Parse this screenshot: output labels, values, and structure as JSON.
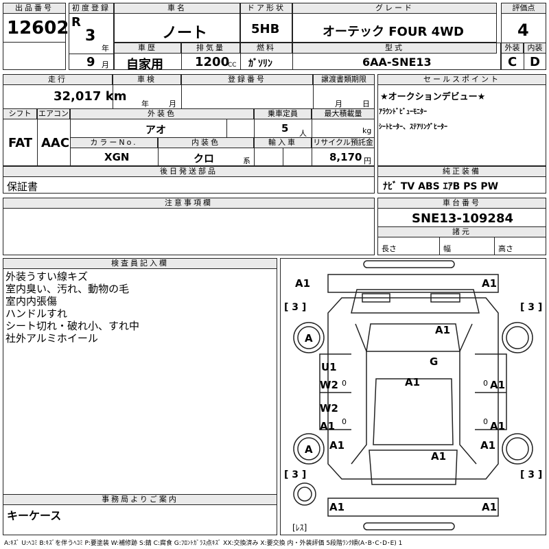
{
  "header": {
    "lot_label": "出品番号",
    "lot": "12602",
    "reg_label": "初度登録",
    "era": "R",
    "year": "3",
    "year_unit": "年",
    "month": "9",
    "month_unit": "月",
    "car_label": "車名",
    "car": "ノート",
    "door_label": "ドア形状",
    "door": "5HB",
    "grade_label": "グレード",
    "grade": "オーテック FOUR 4WD",
    "score_label": "評価点",
    "score": "4",
    "hist_label": "車歴",
    "hist": "自家用",
    "disp_label": "排気量",
    "disp": "1200",
    "disp_unit": "CC",
    "fuel_label": "燃料",
    "fuel": "ｶﾞｿﾘﾝ",
    "model_label": "型式",
    "model": "6AA-SNE13",
    "ext_label": "外装",
    "int_label": "内装",
    "ext": "C",
    "int": "D"
  },
  "row2": {
    "mileage_label": "走行",
    "mileage": "32,017 km",
    "inspect_label": "車検",
    "y": "年",
    "m": "月",
    "regno_label": "登録番号",
    "transfer_label": "譲渡書類期限",
    "tm": "月",
    "td": "日",
    "sales_label": "セールスポイント",
    "sales": [
      "★オークションデビュー★",
      "ｱﾗｳﾝﾄﾞﾋﾞｭｰﾓﾆﾀｰ",
      "ｼｰﾄﾋｰﾀｰ、ｽﾃｱﾘﾝｸﾞﾋｰﾀｰ"
    ],
    "shift_label": "シフト",
    "shift": "FAT",
    "ac_label": "エアコン",
    "ac": "AAC",
    "color_label": "外装色",
    "color": "アオ",
    "cap_label": "乗車定員",
    "cap": "5",
    "cap_unit": "人",
    "load_label": "最大積載量",
    "load_unit": "kg",
    "colorno_label": "カラーNo.",
    "colorno": "XGN",
    "intcol_label": "内装色",
    "intcol": "クロ",
    "intcol_unit": "系",
    "import_label": "輸入車",
    "recycle_label": "リサイクル預託金",
    "recycle": "8,170",
    "recycle_unit": "円"
  },
  "parts_label": "後日発送部品",
  "parts": "保証書",
  "equip_label": "純正装備",
  "equip": "ﾅﾋﾞ  TV  ABS ｴｱB PS PW",
  "caution_label": "注意事項欄",
  "chassis_label": "車台番号",
  "chassis": "SNE13-109284",
  "dims_label": "諸元",
  "len": "長さ",
  "wid": "幅",
  "hgt": "高さ",
  "inspector_label": "検査員記入欄",
  "inspector_notes": [
    "外装うすい線キズ",
    "室内臭い、汚れ、動物の毛",
    "室内内張傷",
    "ハンドルすれ",
    "シート切れ・破れ小、すれ中",
    "社外アルミホイール"
  ],
  "office_label": "事務局よりご案内",
  "office": "キーケース",
  "diagram": {
    "marks": [
      "A1",
      "A1",
      "A1",
      "G",
      "A1",
      "A1",
      "A1",
      "A1",
      "U1",
      "W2",
      "W2",
      "A1",
      "A1",
      "A1",
      "A",
      "A",
      "A1",
      "A1"
    ],
    "tire": "[ 3 ]",
    "resu": "[ﾚｽ]",
    "zero": "0"
  },
  "legend": "A:ｷｽﾞ U:ﾍｺﾐ B:ｷｽﾞを伴うﾍｺﾐ P:要塗装 W:補修跡 S:錆 C:腐食 G:ﾌﾛﾝﾄｶﾞﾗｽ点ｷｽﾞ XX:交換済み X:要交換 内・外装評価 5段階ﾗﾝｸ順(A･B･C･D･E) 1"
}
